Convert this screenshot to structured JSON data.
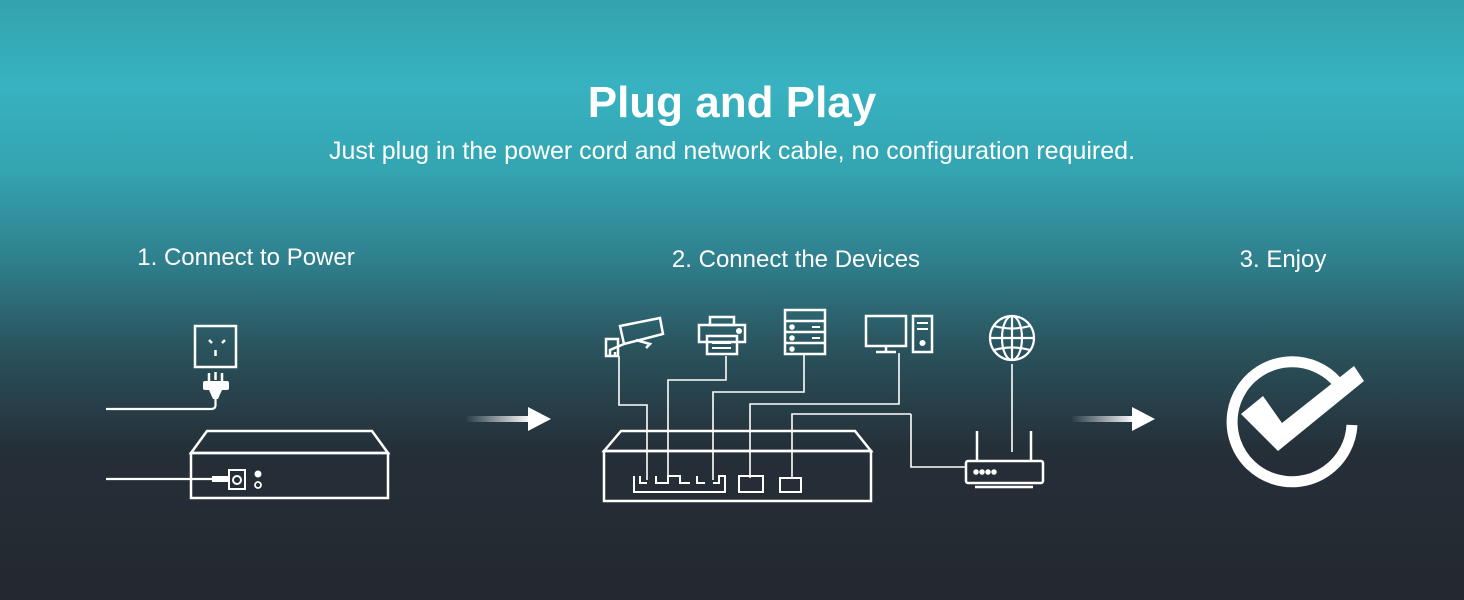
{
  "header": {
    "title": "Plug and Play",
    "subtitle": "Just plug in the power cord and network cable, no configuration required."
  },
  "steps": [
    {
      "label": "1. Connect to Power",
      "icons": [
        "power-outlet-icon",
        "power-plug-icon",
        "network-switch-icon"
      ]
    },
    {
      "label": "2. Connect the Devices",
      "icons": [
        "security-camera-icon",
        "printer-icon",
        "server-icon",
        "desktop-computer-icon",
        "globe-icon",
        "router-icon",
        "network-switch-icon"
      ]
    },
    {
      "label": "3. Enjoy",
      "icons": [
        "checkmark-icon"
      ]
    }
  ],
  "colors": {
    "line": "#ffffff",
    "bg_top": "#38b2c1",
    "bg_bottom": "#24282f"
  }
}
